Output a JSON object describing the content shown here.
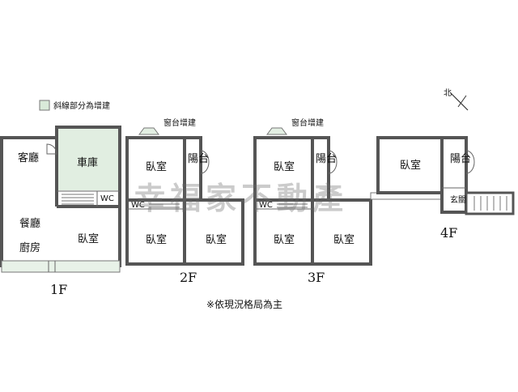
{
  "legend": {
    "label": "斜線部分為增建",
    "swatch_color": "#d9ead9"
  },
  "compass": {
    "label": "北"
  },
  "floors": {
    "f1": {
      "label": "1F",
      "rooms": {
        "living": "客廳",
        "garage": "車庫",
        "wc": "WC",
        "dining": "餐廳",
        "kitchen": "廚房",
        "bedroom": "臥室"
      }
    },
    "f2": {
      "label": "2F",
      "window_addition": "窗台增建",
      "rooms": {
        "bedroom_top": "臥室",
        "balcony": "陽台",
        "wc": "WC",
        "bedroom_left": "臥室",
        "bedroom_right": "臥室"
      }
    },
    "f3": {
      "label": "3F",
      "window_addition": "窗台增建",
      "rooms": {
        "bedroom_top": "臥室",
        "balcony": "陽台",
        "wc": "WC",
        "bedroom_left": "臥室",
        "bedroom_right": "臥室"
      }
    },
    "f4": {
      "label": "4F",
      "rooms": {
        "bedroom": "臥室",
        "balcony": "陽台",
        "entry": "玄關"
      }
    }
  },
  "footnote": "※依現況格局為主",
  "watermark": "幸福家不動產"
}
